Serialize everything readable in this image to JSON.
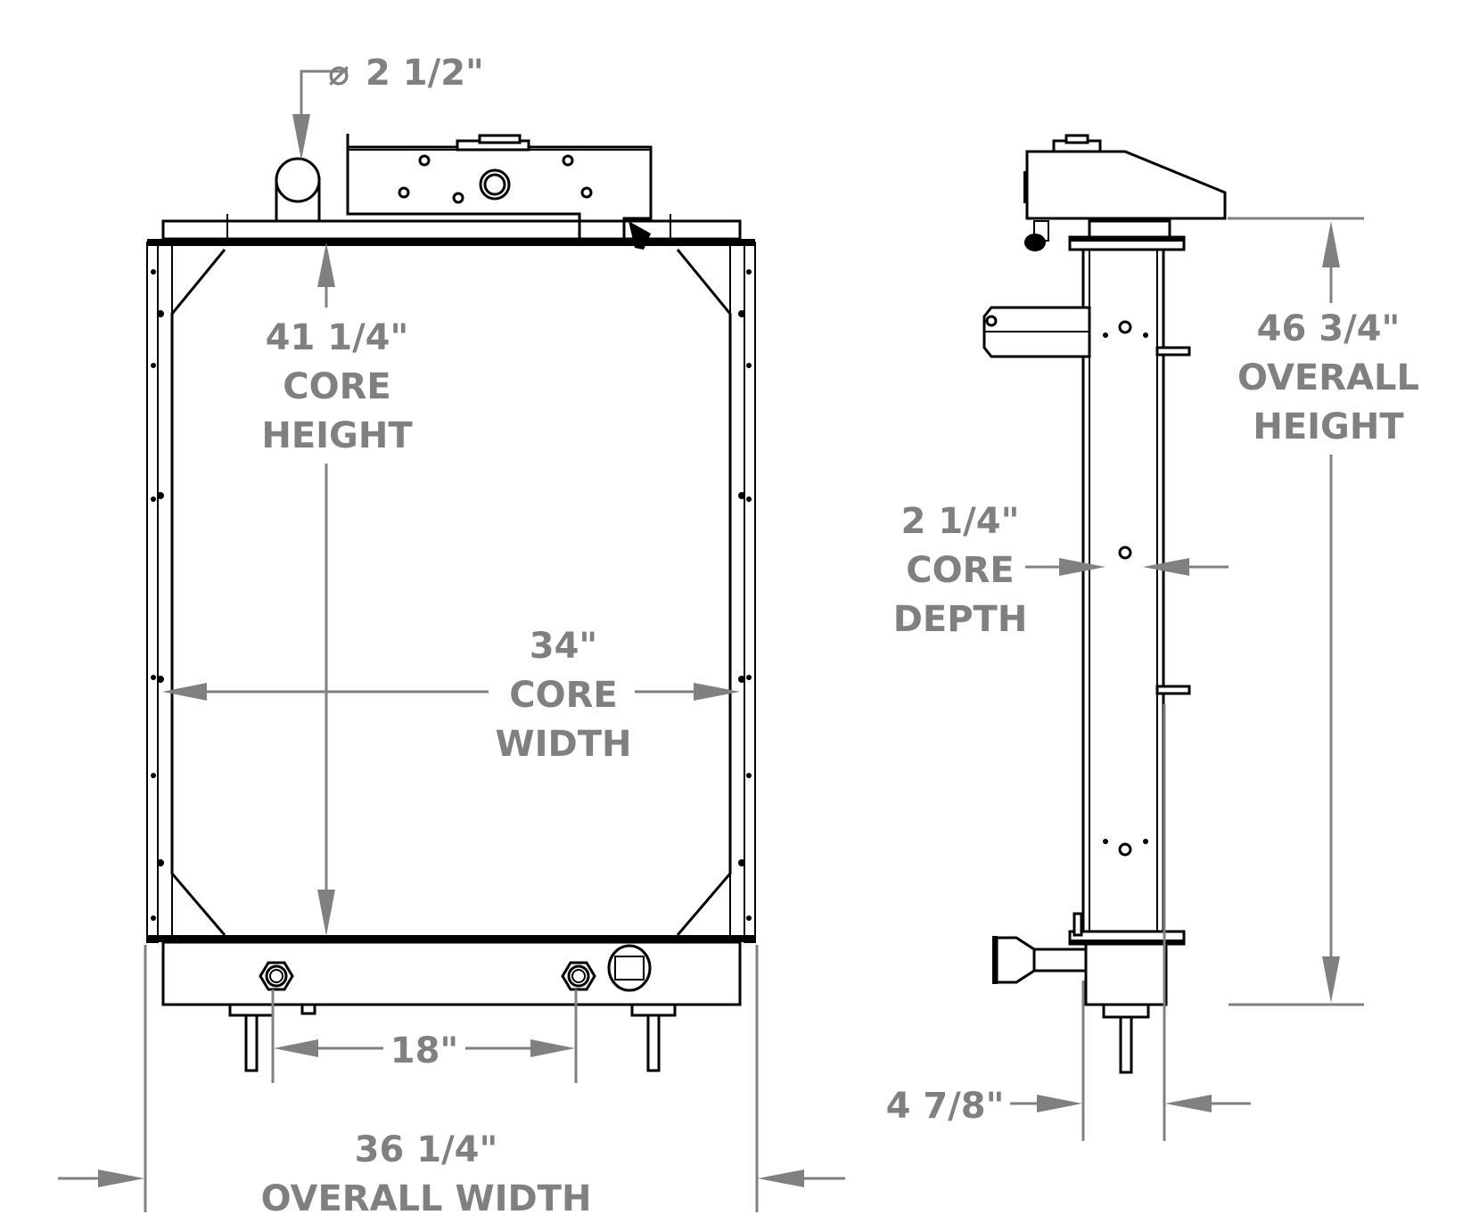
{
  "drawing": {
    "type": "radiator dimension drawing",
    "front_view": {
      "inlet_diameter": {
        "symbol": "⌀",
        "value": "2 1/2\""
      },
      "core_height": {
        "value": "41 1/4\"",
        "label_1": "CORE",
        "label_2": "HEIGHT"
      },
      "core_width": {
        "value": "34\"",
        "label_1": "CORE",
        "label_2": "WIDTH"
      },
      "outlet_spacing": {
        "value": "18\""
      },
      "overall_width": {
        "value": "36 1/4\"",
        "label_1": "OVERALL WIDTH"
      }
    },
    "side_view": {
      "overall_height": {
        "value": "46 3/4\"",
        "label_1": "OVERALL",
        "label_2": "HEIGHT"
      },
      "core_depth": {
        "value": "2 1/4\"",
        "label_1": "CORE",
        "label_2": "DEPTH"
      },
      "overall_depth": {
        "value": "4 7/8\""
      }
    },
    "colors": {
      "line": "#000000",
      "dimension": "#808080",
      "background": "#ffffff"
    }
  }
}
